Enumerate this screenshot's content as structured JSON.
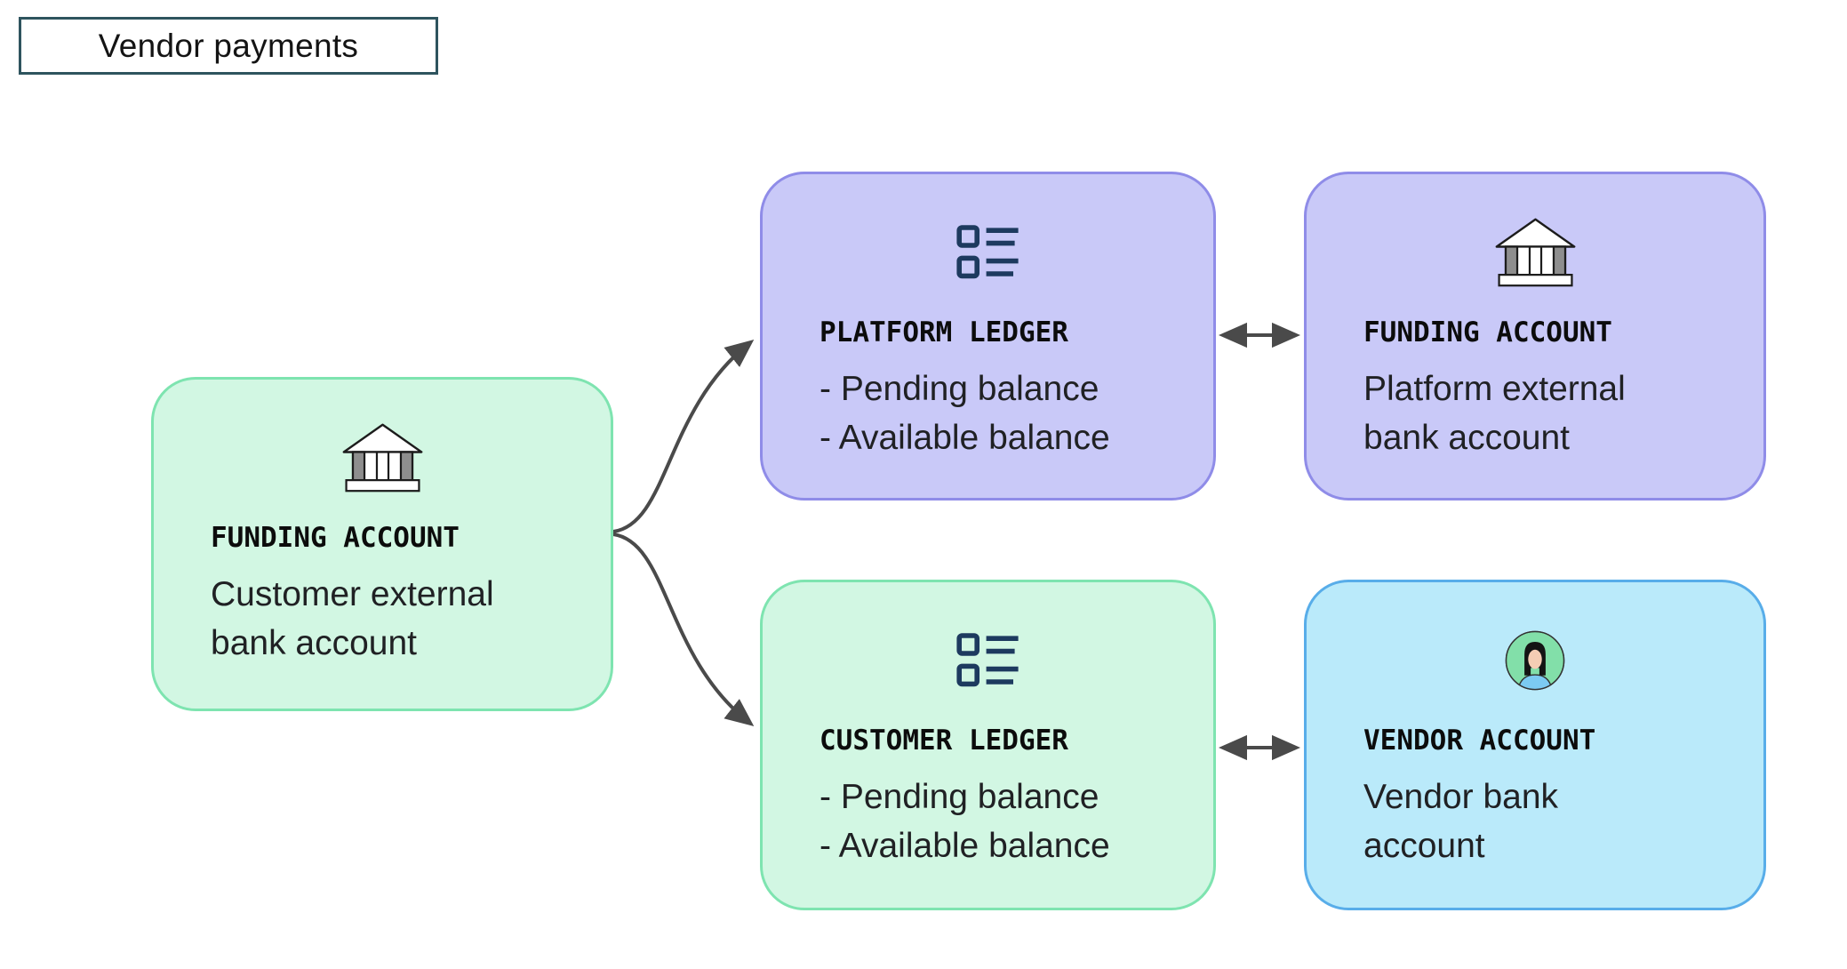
{
  "title": {
    "label": "Vendor payments"
  },
  "colors": {
    "green_fill": "#d2f7e3",
    "green_border": "#7ee4b0",
    "purple_fill": "#c9c9f8",
    "purple_border": "#8f8ce8",
    "blue_fill": "#baeafa",
    "blue_border": "#58ade9",
    "title_border": "#2e545e",
    "arrow": "#4a4a4a",
    "ledger_icon": "#1d3a5f",
    "avatar_bg": "#82dfa9",
    "avatar_shirt": "#7ccaf2",
    "avatar_skin": "#f4cdb4"
  },
  "cards": [
    {
      "icon": "bank-icon",
      "label": "FUNDING ACCOUNT",
      "body_lines": [
        "Customer external",
        "bank account"
      ],
      "theme": "green"
    },
    {
      "icon": "ledger-icon",
      "label": "PLATFORM LEDGER",
      "body_lines": [
        "- Pending balance",
        "- Available balance"
      ],
      "theme": "purple"
    },
    {
      "icon": "bank-icon",
      "label": "FUNDING ACCOUNT",
      "body_lines": [
        "Platform external",
        "bank account"
      ],
      "theme": "purple"
    },
    {
      "icon": "ledger-icon",
      "label": "CUSTOMER LEDGER",
      "body_lines": [
        "- Pending balance",
        "- Available balance"
      ],
      "theme": "green"
    },
    {
      "icon": "person-icon",
      "label": "VENDOR ACCOUNT",
      "body_lines": [
        "Vendor bank",
        "account"
      ],
      "theme": "blue"
    }
  ],
  "connections": [
    {
      "from": "funding-account-left",
      "to": "platform-ledger",
      "type": "one-way"
    },
    {
      "from": "funding-account-left",
      "to": "customer-ledger",
      "type": "one-way"
    },
    {
      "from": "platform-ledger",
      "to": "funding-account-right",
      "type": "two-way"
    },
    {
      "from": "customer-ledger",
      "to": "vendor-account",
      "type": "two-way"
    }
  ]
}
